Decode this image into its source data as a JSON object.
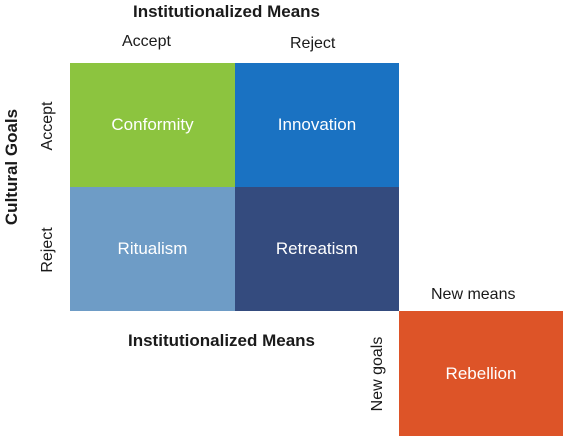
{
  "top_axis": {
    "title": "Institutionalized Means",
    "accept_label": "Accept",
    "reject_label": "Reject"
  },
  "left_axis": {
    "title": "Cultural Goals",
    "accept_label": "Accept",
    "reject_label": "Reject"
  },
  "bottom_axis": {
    "title": "Institutionalized Means"
  },
  "quadrants": {
    "conformity": {
      "label": "Conformity",
      "color": "#8cc43f"
    },
    "innovation": {
      "label": "Innovation",
      "color": "#1a72c2"
    },
    "ritualism": {
      "label": "Ritualism",
      "color": "#6e9cc6"
    },
    "retreatism": {
      "label": "Retreatism",
      "color": "#344b7e"
    }
  },
  "rebellion": {
    "label": "Rebellion",
    "color": "#dd5428",
    "new_means_label": "New means",
    "new_goals_label": "New goals"
  }
}
